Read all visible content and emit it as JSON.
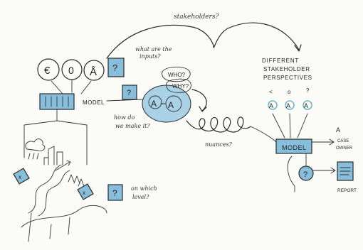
{
  "labels": {
    "stakeholders_q": "stakeholders?",
    "inputs_q": [
      "what are the",
      "inputs?"
    ],
    "model": "MODEL",
    "how_make": [
      "how do",
      "we make it?"
    ],
    "who_q": "WHO?",
    "why_q": "WHY?",
    "nuances_q": "nuances?",
    "different_perspectives": [
      "DIFFERENT",
      "STAKEHOLDER",
      "PERSPECTIVES"
    ],
    "which_level": [
      "on which",
      "level?"
    ],
    "model_right": "MODEL",
    "case_owner": [
      "CASE",
      "OWNER"
    ],
    "report": "REPORT",
    "question_mark": "?",
    "input_symbols": [
      "€",
      "0",
      "Å"
    ],
    "x_mark": "x",
    "person_a": "A",
    "head_symbols": [
      "<",
      "o",
      "?"
    ]
  },
  "colors": {
    "blue_fill": "#86bedb",
    "blue_light": "#a8d1e6",
    "ink": "#2a2a2a",
    "paper": "#fbfbf8"
  }
}
